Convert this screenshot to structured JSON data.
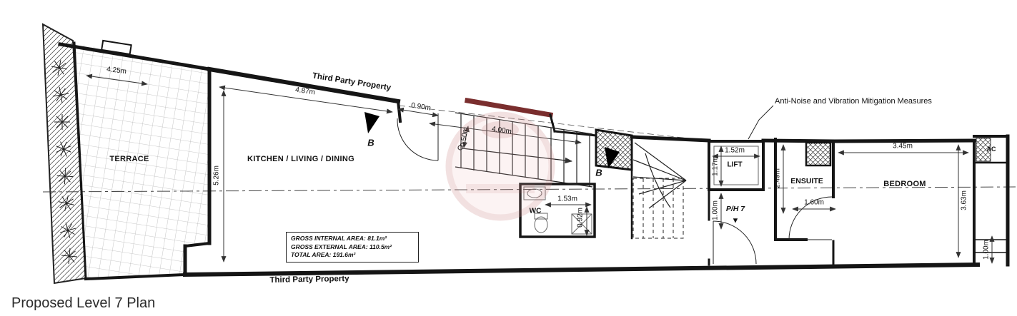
{
  "title": "Proposed Level 7 Plan",
  "boundary": {
    "top": "Third Party Property",
    "bottom": "Third Party Property"
  },
  "annotation": {
    "text": "Anti-Noise and Vibration Mitigation Measures"
  },
  "rooms": {
    "terrace": "TERRACE",
    "kitchen": "KITCHEN / LIVING / DINING",
    "wc": "WC",
    "lift": "LIFT",
    "ph": "P/H 7",
    "ensuite": "ENSUITE",
    "bedroom": "BEDROOM",
    "ac": "AC"
  },
  "area_box": {
    "internal": "GROSS INTERNAL AREA: 81.1m²",
    "external": "GROSS EXTERNAL AREA: 110.5m²",
    "total": "TOTAL AREA: 191.6m²"
  },
  "dims": {
    "terrace_w": "4.25m",
    "kitchen_w": "4.87m",
    "door_w": "0.90m",
    "stair_l": "4.00m",
    "stair_w": "0.50m",
    "kitchen_d": "5.26m",
    "wc_w": "1.53m",
    "wc_d": "0.92m",
    "lift_w": "1.52m",
    "lift_d": "1.17m",
    "hall_d": "1.00m",
    "ensuite_d": "2.49m",
    "ensuite_w": "1.60m",
    "bedroom_w": "3.45m",
    "bedroom_d": "3.63m",
    "shaft_d": "1.00m"
  },
  "sections": {
    "b1": "B",
    "b2": "B"
  },
  "icons": {
    "ph_down_arrow": "▼"
  },
  "colors": {
    "wall": "#151515",
    "accent_wall": "#7a2e2e",
    "watermark": "#cf8d8d",
    "dimension": "#333333"
  }
}
